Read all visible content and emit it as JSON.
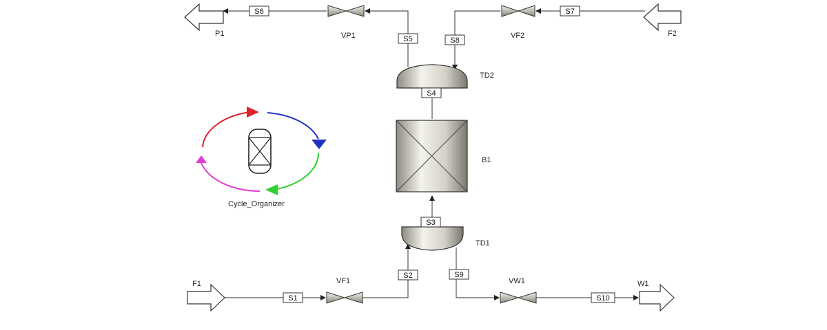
{
  "streams": {
    "s1": "S1",
    "s2": "S2",
    "s3": "S3",
    "s4": "S4",
    "s5": "S5",
    "s6": "S6",
    "s7": "S7",
    "s8": "S8",
    "s9": "S9",
    "s10": "S10"
  },
  "feeds": {
    "f1": "F1",
    "f2": "F2"
  },
  "products": {
    "p1": "P1",
    "w1": "W1"
  },
  "valves": {
    "vp1": "VP1",
    "vf2": "VF2",
    "vf1": "VF1",
    "vw1": "VW1"
  },
  "drums": {
    "td1": "TD1",
    "td2": "TD2"
  },
  "bed": {
    "b1": "B1"
  },
  "organizer": {
    "label": "Cycle_Organizer",
    "colors": {
      "red": "#e0202a",
      "blue": "#2030c0",
      "green": "#30d030",
      "magenta": "#e040d0"
    }
  }
}
